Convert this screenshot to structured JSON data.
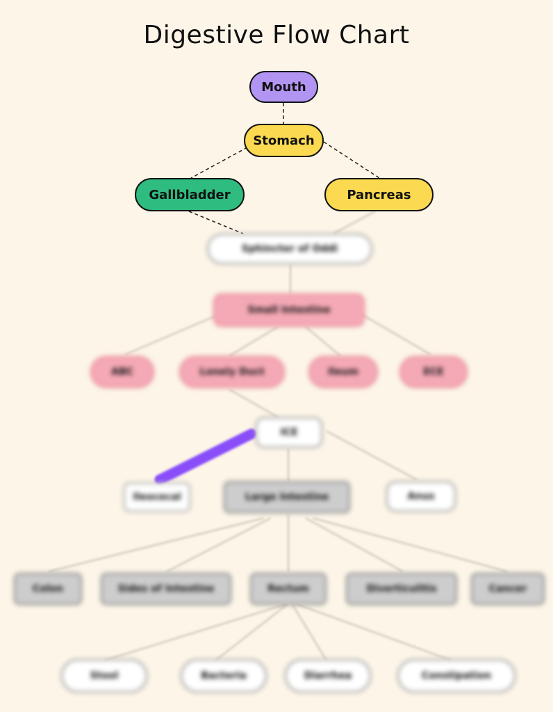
{
  "title": "Digestive Flow Chart",
  "nodes": {
    "mouth": "Mouth",
    "stomach": "Stomach",
    "gallbladder": "Gallbladder",
    "pancreas": "Pancreas",
    "sphincter": "Sphincter of Oddi",
    "small_intestine": "Small Intestine",
    "n_a": "ABC",
    "n_b": "Lonely Duct",
    "n_c": "Ileum",
    "n_d": "ECE",
    "ice": "ICE",
    "l1": "Ileocecal",
    "large_intestine": "Large Intestine",
    "l3": "Anus",
    "g1": "Colon",
    "g2": "Sides of Intestine",
    "g3": "Rectum",
    "g4": "Diverticulitis",
    "g5": "Cancer",
    "b1": "Stool",
    "b2": "Bacteria",
    "b3": "Diarrhea",
    "b4": "Constipation"
  },
  "colors": {
    "background": "#fcf5e8",
    "mouth": "#b295f3",
    "yellow": "#fbd950",
    "green": "#2ebc80",
    "pink": "#f5a9b6",
    "highlight": "#8a4dfa"
  }
}
